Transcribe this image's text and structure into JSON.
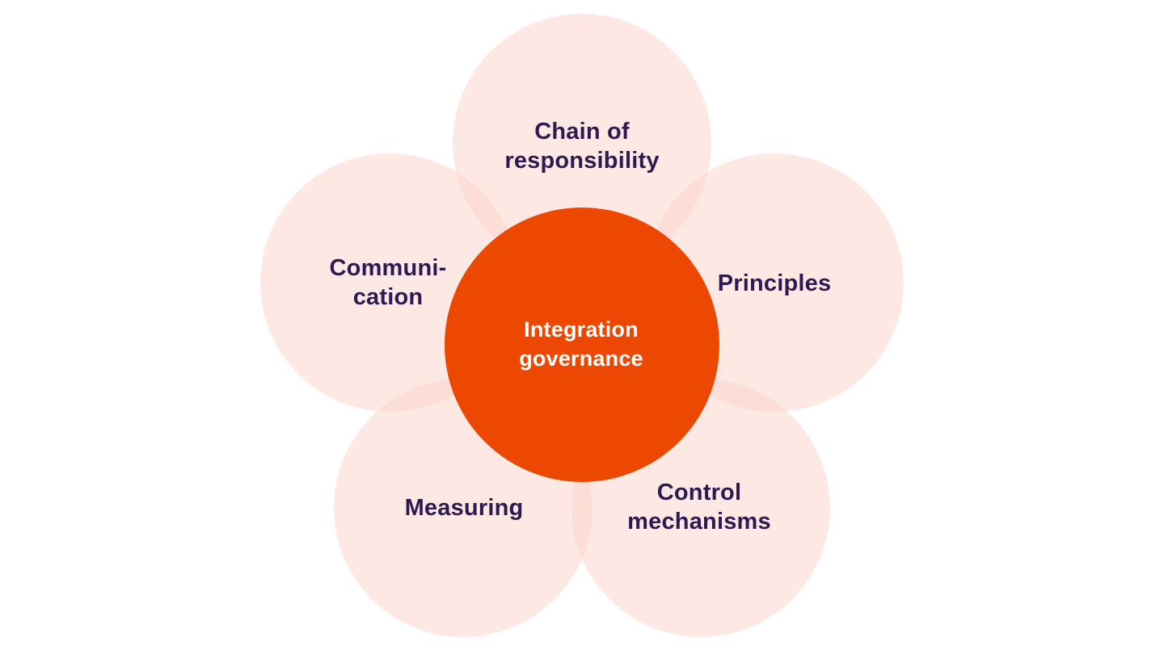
{
  "diagram": {
    "title": "Integration governance petal diagram",
    "center": {
      "id": "integration-governance",
      "lines": [
        "Integration",
        "governance"
      ]
    },
    "petals": [
      {
        "id": "chain-of-responsibility",
        "position": "top",
        "lines": [
          "Chain of",
          "responsibility"
        ]
      },
      {
        "id": "communication",
        "position": "left",
        "lines": [
          "Communi-",
          "cation"
        ]
      },
      {
        "id": "principles",
        "position": "right",
        "lines": [
          "Principles"
        ]
      },
      {
        "id": "measuring",
        "position": "bottom-left",
        "lines": [
          "Measuring"
        ]
      },
      {
        "id": "control-mechanisms",
        "position": "bottom-right",
        "lines": [
          "Control",
          "mechanisms"
        ]
      }
    ],
    "colors": {
      "background": "#FFFFFF",
      "center_circle": "#ED4802",
      "petal_fill": "#FCE8E4",
      "petal_overlap": "#FAE0D4",
      "label_text": "#2E1A52",
      "center_text": "#FFFFFF"
    }
  }
}
